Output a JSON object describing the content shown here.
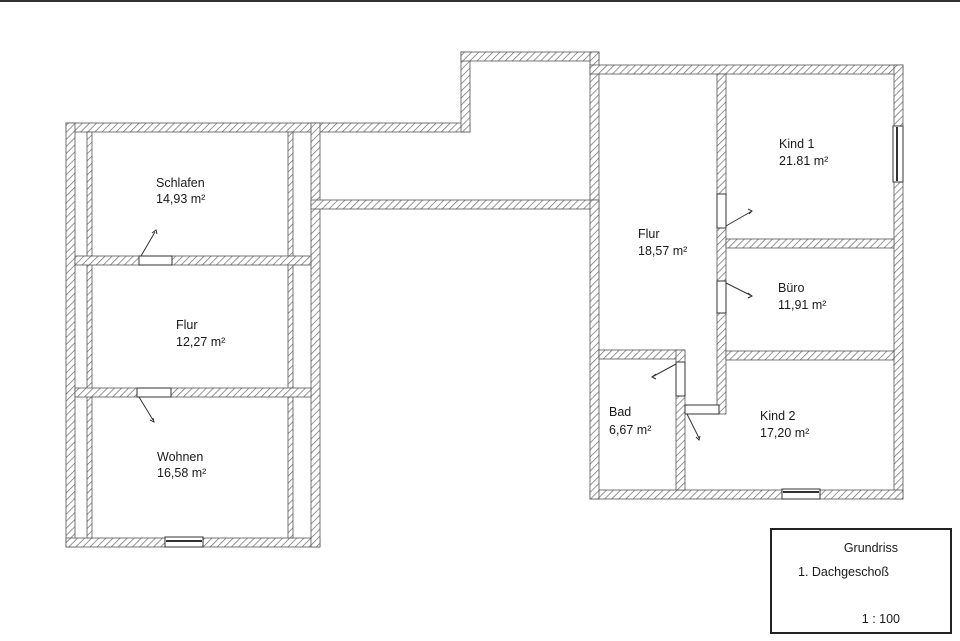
{
  "drawing": {
    "type": "floor-plan",
    "wall_color": "#555555",
    "hatch_color": "#777777"
  },
  "rooms": [
    {
      "id": "schlafen",
      "name": "Schlafen",
      "area": "14,93 m²"
    },
    {
      "id": "flur-left",
      "name": "Flur",
      "area": "12,27 m²"
    },
    {
      "id": "wohnen",
      "name": "Wohnen",
      "area": "16,58 m²"
    },
    {
      "id": "flur-right",
      "name": "Flur",
      "area": "18,57 m²"
    },
    {
      "id": "kind1",
      "name": "Kind 1",
      "area": "21.81 m²"
    },
    {
      "id": "buero",
      "name": "Büro",
      "area": "11,91 m²"
    },
    {
      "id": "bad",
      "name": "Bad",
      "area": "6,67 m²"
    },
    {
      "id": "kind2",
      "name": "Kind 2",
      "area": "17,20 m²"
    }
  ],
  "title_block": {
    "title": "Grundriss",
    "floor": "1. Dachgeschoß",
    "scale": "1 : 100"
  }
}
